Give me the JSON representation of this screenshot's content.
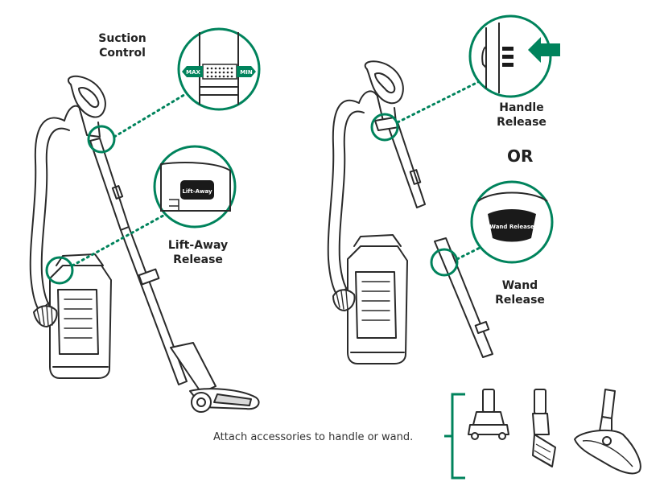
{
  "colors": {
    "accent": "#00835c",
    "line": "#2a2a2a",
    "dark": "#1a1a1a",
    "light_gray": "#bdbdbd"
  },
  "labels": {
    "suction": [
      "Suction",
      "Control"
    ],
    "lift_away": [
      "Lift-Away",
      "Release"
    ],
    "handle_release": [
      "Handle",
      "Release"
    ],
    "or": "OR",
    "wand_release": [
      "Wand",
      "Release"
    ],
    "accessories_note": "Attach accessories to handle or wand."
  },
  "callouts": {
    "slider_max": "MAX",
    "slider_min": "MIN",
    "lift_away_button": "Lift-Away",
    "wand_release_button": "Wand Release"
  },
  "icons": [
    "arrow-left-icon"
  ]
}
